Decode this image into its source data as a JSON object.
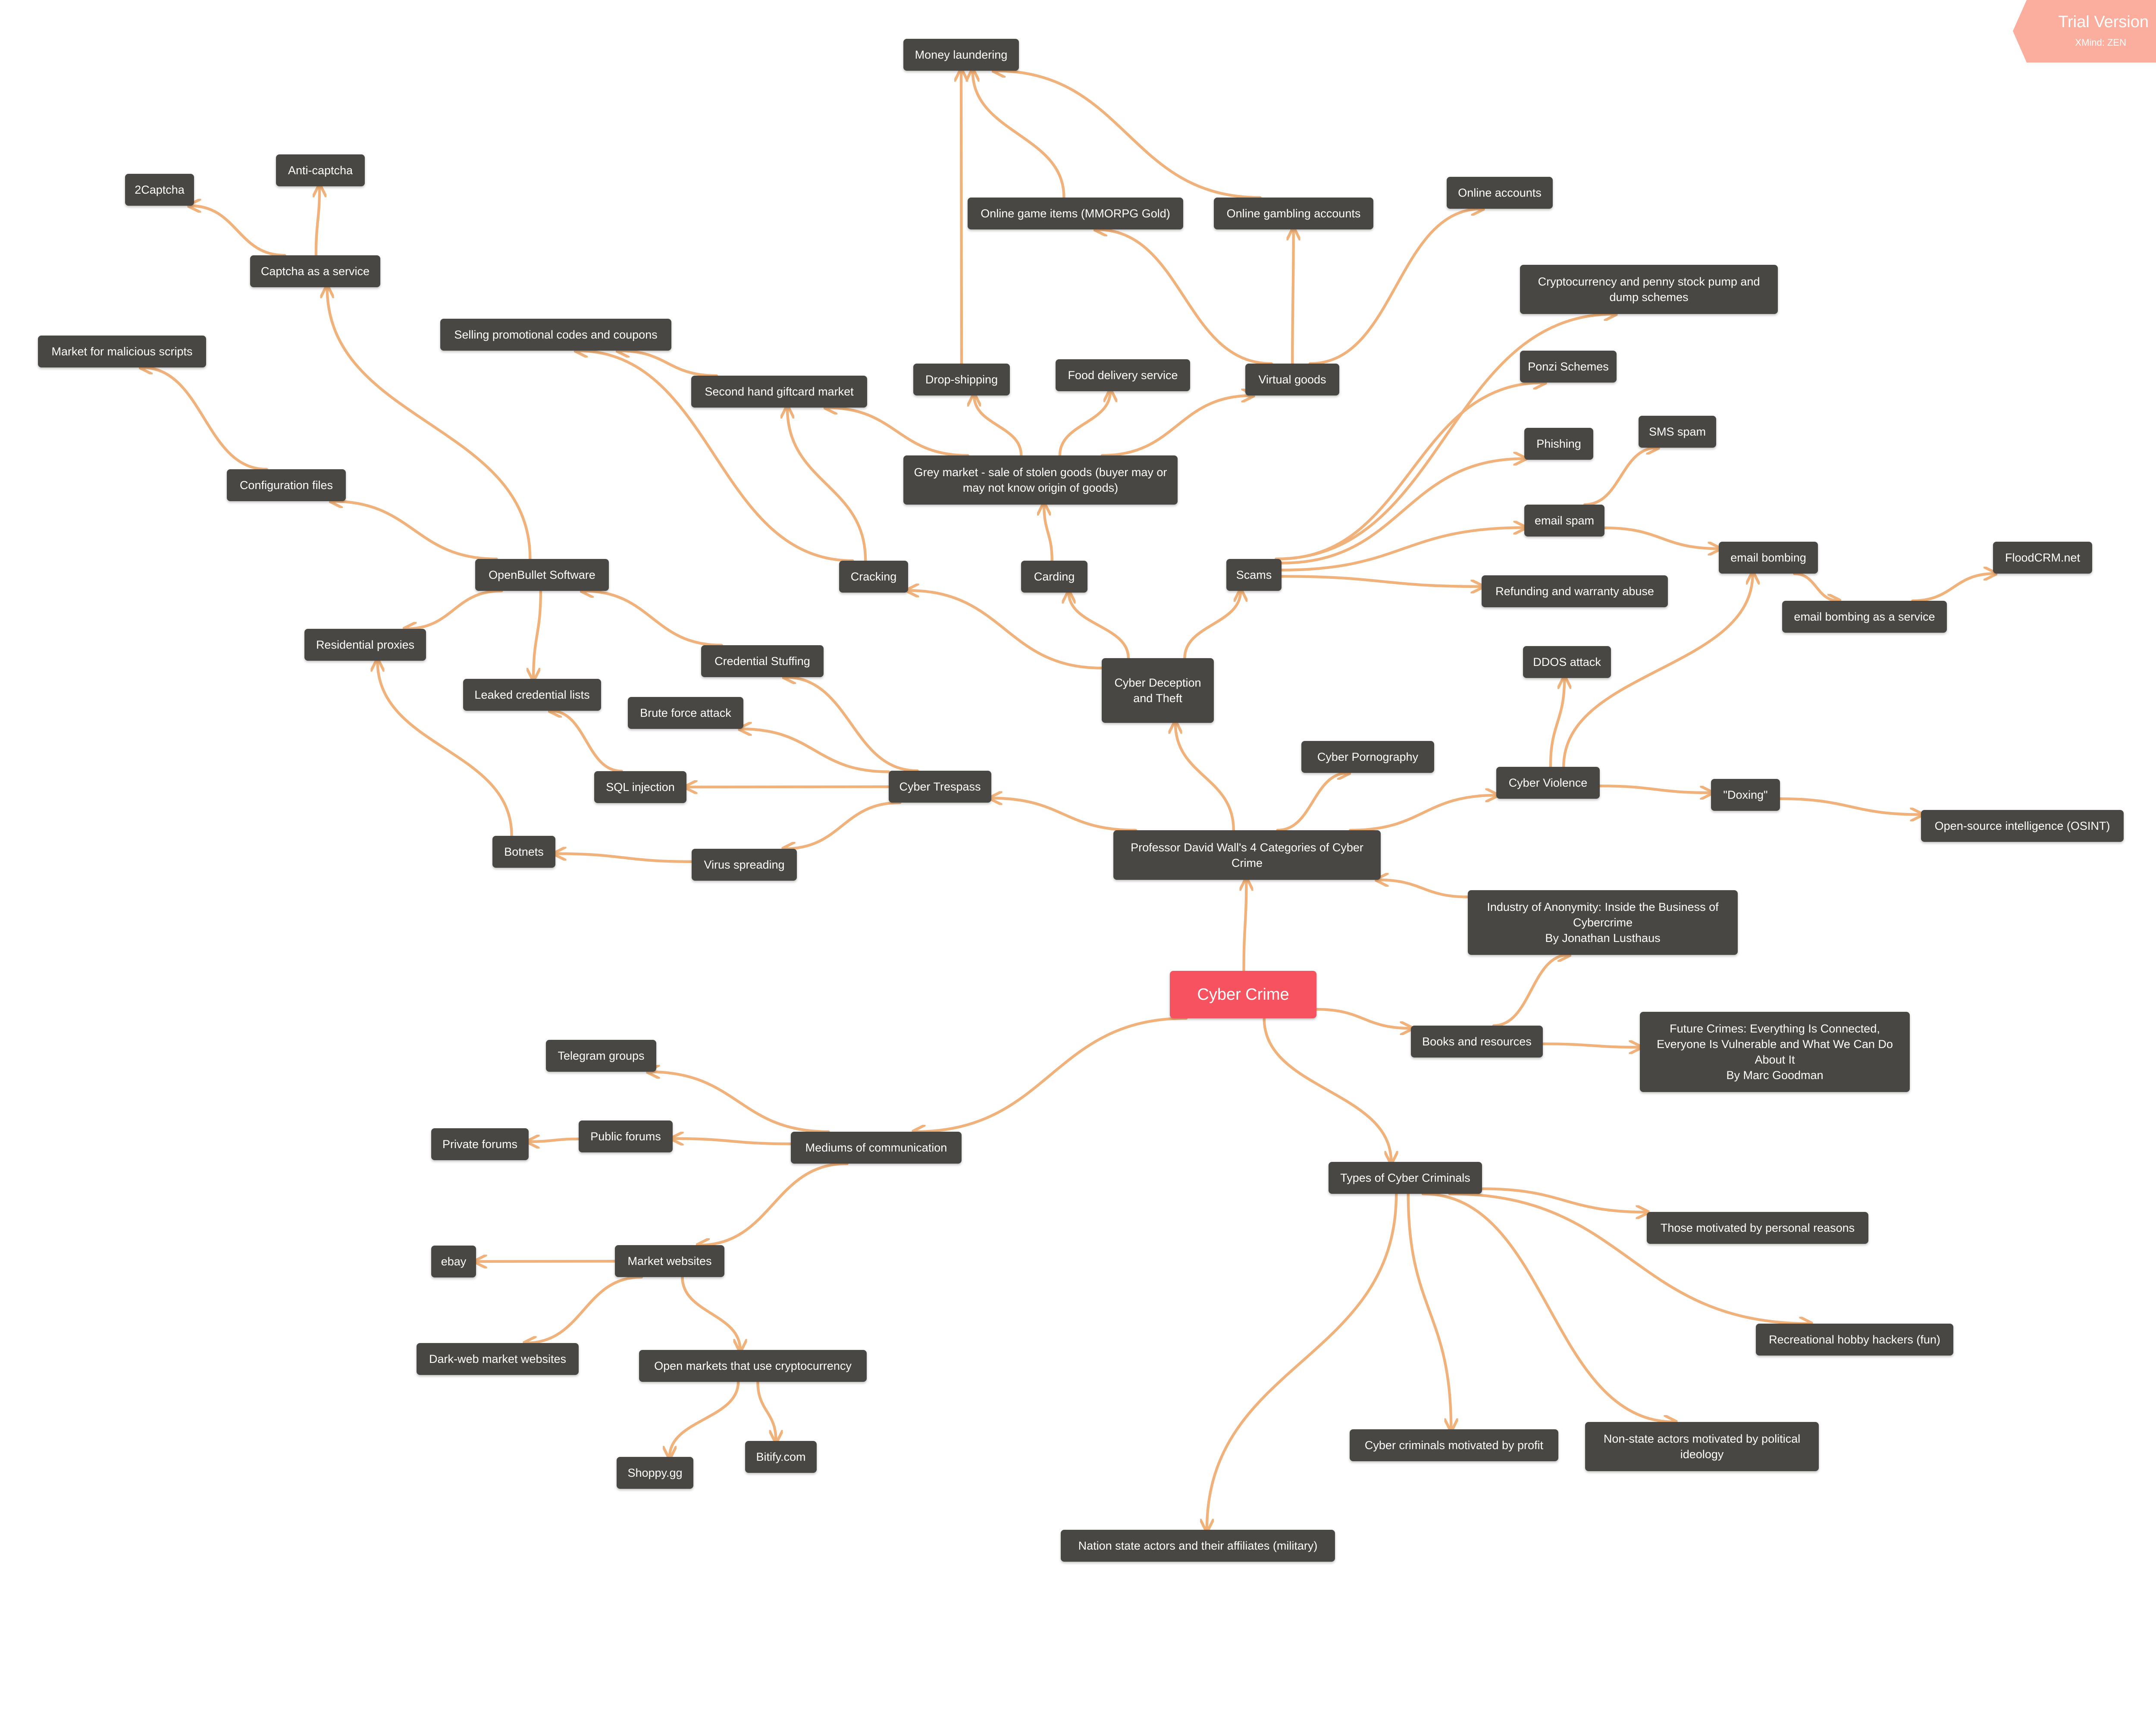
{
  "watermark": {
    "title": "Trial Version",
    "subtitle": "XMind: ZEN",
    "color": "#fbae9e"
  },
  "colors": {
    "edge": "#f0b27a",
    "node_bg": "#484743",
    "root_bg": "#f7525f",
    "text": "#ffffff"
  },
  "nodes": {
    "root": "Cyber Crime",
    "wall": "Professor David Wall's 4 Categories of Cyber Crime",
    "deception": "Cyber Deception and Theft",
    "trespass": "Cyber Trespass",
    "porn": "Cyber Pornography",
    "violence": "Cyber Violence",
    "mediums": "Mediums of communication",
    "books": "Books and resources",
    "types": "Types of Cyber Criminals",
    "book1": "Industry of Anonymity: Inside the Business of Cybercrime\nBy Jonathan Lusthaus",
    "book2": "Future Crimes: Everything Is Connected, Everyone Is Vulnerable and What We Can Do About It\nBy Marc Goodman",
    "cracking": "Cracking",
    "carding": "Carding",
    "scams": "Scams",
    "grey": "Grey market - sale of stolen goods (buyer may or may not know origin of goods)",
    "secondhand": "Second hand giftcard market",
    "promo": "Selling promotional codes and coupons",
    "dropship": "Drop-shipping",
    "food": "Food delivery service",
    "virtual": "Virtual goods",
    "gameitems": "Online game items (MMORPG Gold)",
    "gambling": "Online gambling accounts",
    "onlineacc": "Online accounts",
    "laundering": "Money laundering",
    "crypto": "Cryptocurrency and penny stock pump and dump schemes",
    "ponzi": "Ponzi Schemes",
    "phishing": "Phishing",
    "emailspam": "email spam",
    "smsspam": "SMS spam",
    "refunding": "Refunding and warranty abuse",
    "emailbombing": "email bombing",
    "bombservice": "email bombing as a service",
    "flood": "FloodCRM.net",
    "ddos": "DDOS attack",
    "doxing": "\"Doxing\"",
    "osint": "Open-source intelligence (OSINT)",
    "openbullet": "OpenBullet Software",
    "config": "Configuration files",
    "market_scripts": "Market for malicious scripts",
    "captcha": "Captcha as a service",
    "twocaptcha": "2Captcha",
    "anticaptcha": "Anti-captcha",
    "proxies": "Residential proxies",
    "leaked": "Leaked credential lists",
    "stuffing": "Credential Stuffing",
    "brute": "Brute force attack",
    "sql": "SQL injection",
    "virus": "Virus spreading",
    "botnets": "Botnets",
    "telegram": "Telegram groups",
    "public": "Public forums",
    "private": "Private forums",
    "marketweb": "Market websites",
    "ebay": "ebay",
    "darkweb": "Dark-web market websites",
    "openmarkets": "Open markets that use cryptocurrency",
    "shoppy": "Shoppy.gg",
    "bitify": "Bitify.com",
    "personal": "Those motivated by personal reasons",
    "hobby": "Recreational hobby hackers (fun)",
    "profit": "Cyber criminals motivated by profit",
    "political": "Non-state actors motivated by political ideology",
    "nation": "Nation state actors and their affiliates (military)"
  }
}
